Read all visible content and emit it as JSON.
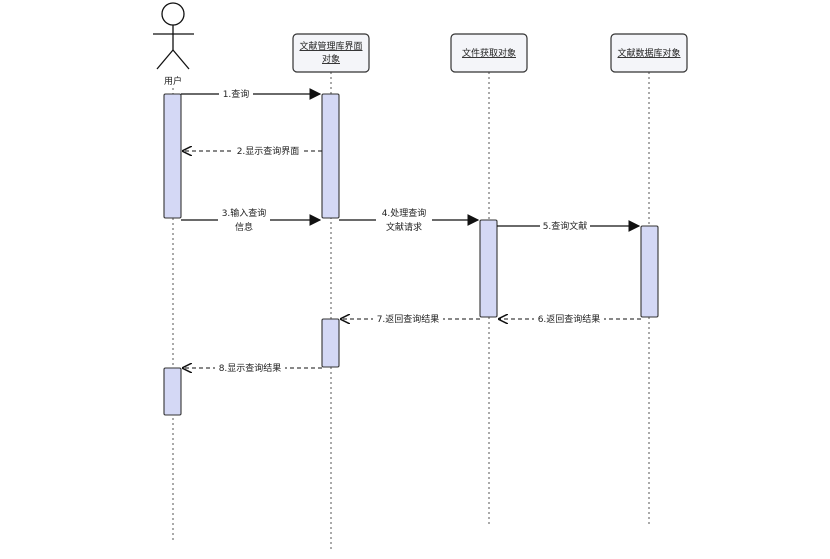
{
  "actor": {
    "label": "用户"
  },
  "objects": [
    {
      "id": "ui",
      "lines": [
        "文献管理库界面",
        "对象"
      ]
    },
    {
      "id": "fetch",
      "lines": [
        "文件获取对象"
      ]
    },
    {
      "id": "db",
      "lines": [
        "文献数据库对象"
      ]
    }
  ],
  "messages": [
    {
      "id": "m1",
      "lines": [
        "1.查询"
      ],
      "from": "user",
      "to": "ui",
      "style": "solid"
    },
    {
      "id": "m2",
      "lines": [
        "2.显示查询界面"
      ],
      "from": "ui",
      "to": "user",
      "style": "dashed"
    },
    {
      "id": "m3",
      "lines": [
        "3.输入查询",
        "信息"
      ],
      "from": "user",
      "to": "ui",
      "style": "solid"
    },
    {
      "id": "m4",
      "lines": [
        "4.处理查询",
        "文献请求"
      ],
      "from": "ui",
      "to": "fetch",
      "style": "solid"
    },
    {
      "id": "m5",
      "lines": [
        "5.查询文献"
      ],
      "from": "fetch",
      "to": "db",
      "style": "solid"
    },
    {
      "id": "m6",
      "lines": [
        "6.返回查询结果"
      ],
      "from": "db",
      "to": "fetch",
      "style": "dashed"
    },
    {
      "id": "m7",
      "lines": [
        "7.返回查询结果"
      ],
      "from": "fetch",
      "to": "ui",
      "style": "dashed"
    },
    {
      "id": "m8",
      "lines": [
        "8.显示查询结果"
      ],
      "from": "ui",
      "to": "user",
      "style": "dashed"
    }
  ],
  "colors": {
    "activation_fill": "#d4d8f5",
    "box_fill": "#f4f5f9",
    "line": "#111111",
    "lifeline": "#555555",
    "label_bg": "#ffffff"
  }
}
